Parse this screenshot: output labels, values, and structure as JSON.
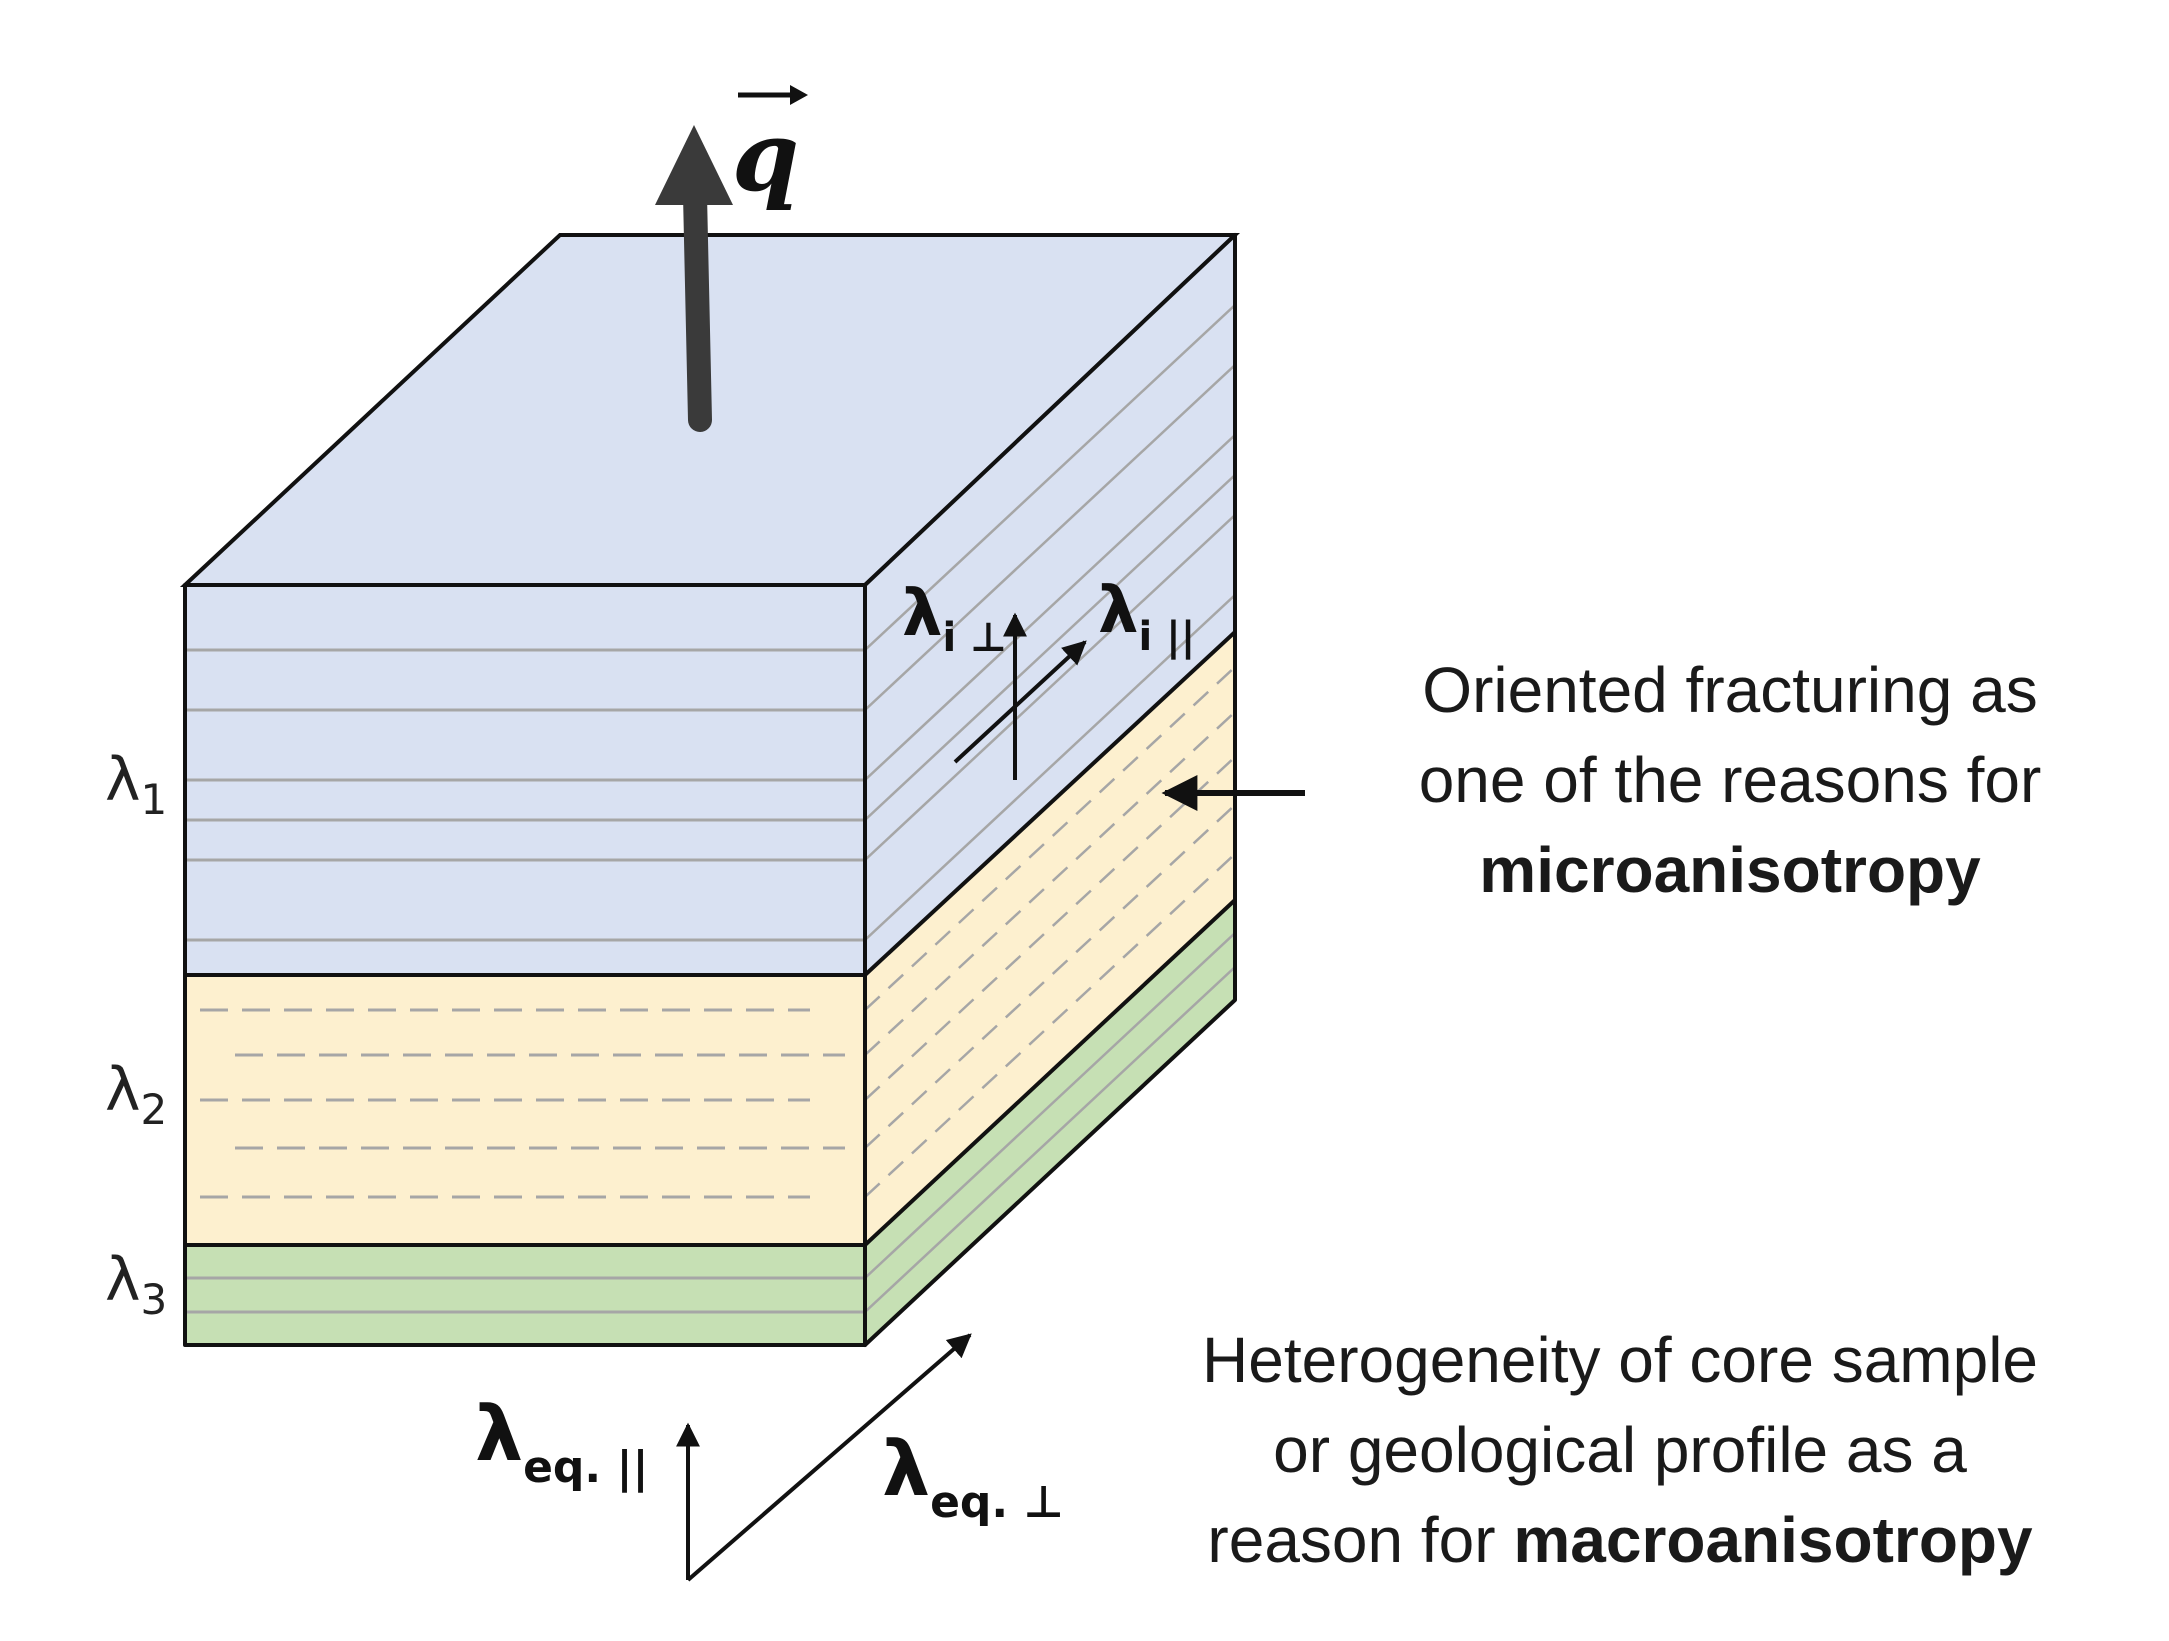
{
  "flux_vector_label": "q",
  "layers": [
    {
      "symbol": "λ",
      "subscript": "1",
      "color": "#d9e1f2"
    },
    {
      "symbol": "λ",
      "subscript": "2",
      "color": "#fdf0cf"
    },
    {
      "symbol": "λ",
      "subscript": "3",
      "color": "#c6e0b4"
    }
  ],
  "micro_labels": {
    "perp": {
      "symbol": "λ",
      "subscript": "i ⊥"
    },
    "par": {
      "symbol": "λ",
      "subscript": "i ||"
    }
  },
  "macro_labels": {
    "par": {
      "symbol": "λ",
      "subscript": "eq. ||"
    },
    "perp": {
      "symbol": "λ",
      "subscript": "eq. ⊥"
    }
  },
  "micro_caption": {
    "line1": "Oriented fracturing as",
    "line2": "one of the reasons for",
    "line3_bold": "microanisotropy"
  },
  "macro_caption": {
    "line1": "Heterogeneity of core sample",
    "line2": "or geological profile as a",
    "line3_prefix": "reason for ",
    "line3_bold": "macroanisotropy"
  },
  "colors": {
    "outline": "#111111",
    "arrow": "#3a3a3a",
    "layer_lines": "#a6a6a6"
  }
}
